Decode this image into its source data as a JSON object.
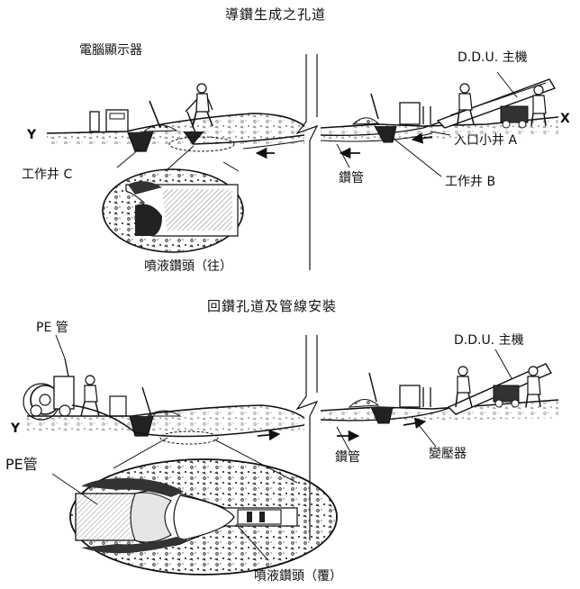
{
  "top": {
    "title": "導鑽生成之孔道",
    "labels": {
      "computer": "電腦顯示器",
      "ddu": "D.D.U. 主機",
      "y": "Y",
      "x": "X",
      "entry_pit": "入口小井 A",
      "work_pit_c": "工作井 C",
      "drill_pipe": "鑽管",
      "work_pit_b": "工作井 B",
      "jet_head": "噴液鑽頭（往）"
    }
  },
  "bottom": {
    "title": "回鑽孔道及管線安裝",
    "labels": {
      "pe_pipe_top": "PE 管",
      "ddu": "D.D.U. 主機",
      "y": "Y",
      "pe_pipe_detail": "PE管",
      "drill_pipe": "鑽管",
      "transformer": "變壓器",
      "jet_head": "噴液鑽頭（覆）"
    }
  },
  "colors": {
    "ink": "#111111",
    "paper": "#ffffff",
    "shade": "#3a3a3a",
    "light": "#bdbdbd"
  }
}
